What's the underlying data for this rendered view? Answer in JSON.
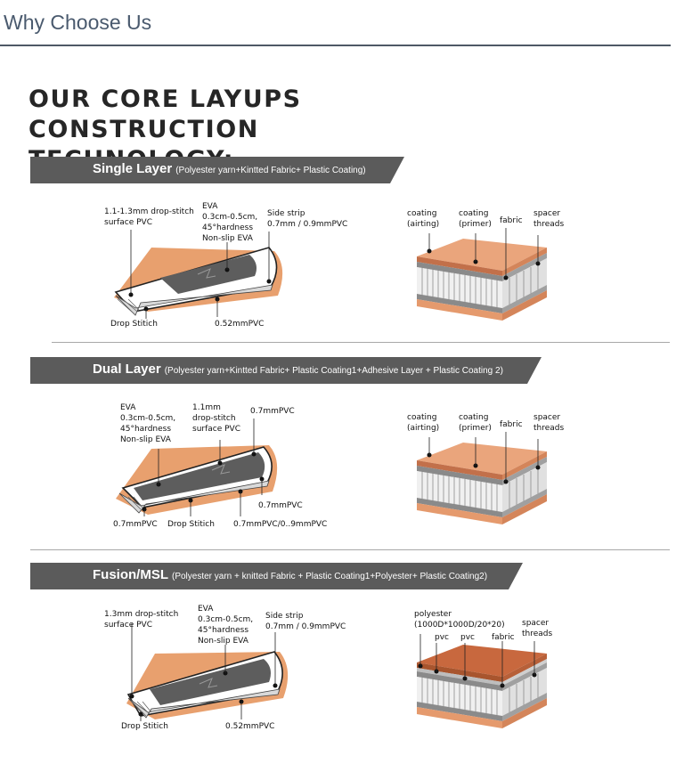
{
  "header": {
    "title": "Why Choose Us"
  },
  "main": {
    "title": "OUR CORE LAYUPS CONSTRUCTION\nTECHNOLOGY:",
    "sections": [
      {
        "name": "Single Layer",
        "desc": "(Polyester yarn+Kintted Fabric+ Plastic Coating)",
        "board_labels": [
          "1.1-1.3mm drop-stitch\nsurface PVC",
          "EVA\n0.3cm-0.5cm,\n45°hardness\nNon-slip EVA",
          "Side strip\n0.7mm / 0.9mmPVC",
          "Drop Stitich",
          "0.52mmPVC"
        ],
        "layer_labels": [
          "coating\n(airting)",
          "coating\n(primer)",
          "fabric",
          "spacer\nthreads"
        ]
      },
      {
        "name": "Dual Layer",
        "desc": "(Polyester yarn+Kintted Fabric+ Plastic Coating1+Adhesive Layer + Plastic Coating 2)",
        "board_labels": [
          "EVA\n0.3cm-0.5cm,\n45°hardness\nNon-slip EVA",
          "1.1mm\ndrop-stitch\nsurface PVC",
          "0.7mmPVC",
          "0.7mmPVC",
          "0.7mmPVC",
          "Drop Stitich",
          "0.7mmPVC/0..9mmPVC"
        ],
        "layer_labels": [
          "coating\n(airting)",
          "coating\n(primer)",
          "fabric",
          "spacer\nthreads"
        ]
      },
      {
        "name": "Fusion/MSL",
        "desc": "(Polyester yarn + knitted Fabric + Plastic Coating1+Polyester+ Plastic Coating2)",
        "board_labels": [
          "1.3mm drop-stitch\nsurface PVC",
          "EVA\n0.3cm-0.5cm,\n45°hardness\nNon-slip EVA",
          "Side strip\n0.7mm / 0.9mmPVC",
          "Drop Stitich",
          "0.52mmPVC"
        ],
        "layer_labels": [
          "polyester\n(1000D*1000D/20*20)",
          "pvc",
          "pvc",
          "fabric",
          "spacer\nthreads"
        ]
      }
    ]
  },
  "colors": {
    "header_text": "#4a5a6e",
    "section_bar": "#5b5b5b",
    "coating_orange": "#eaa57c",
    "deck_pad": "#5d5d5d"
  }
}
